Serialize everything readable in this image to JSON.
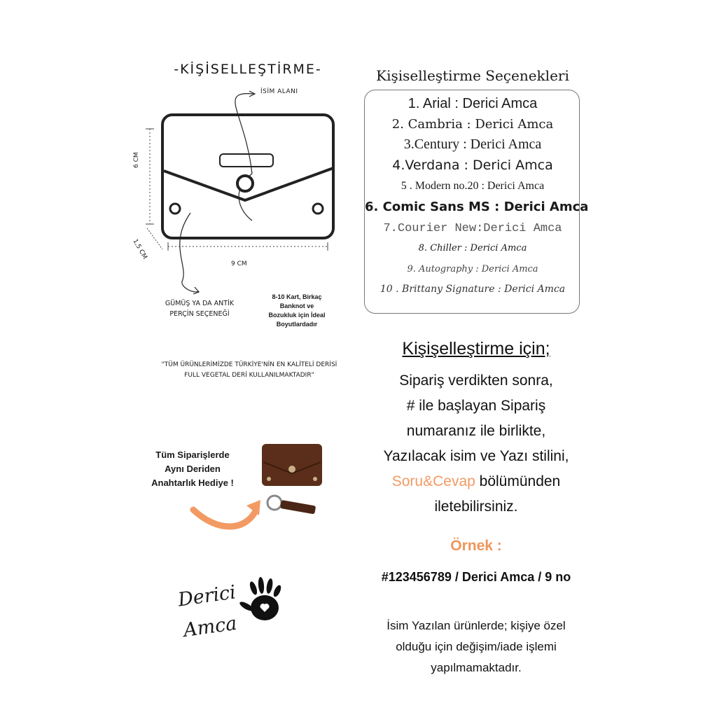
{
  "diagram": {
    "title": "-KİŞİSELLEŞTİRME-",
    "name_area": "İSİM ALANI",
    "height": "6 CM",
    "depth": "1,5 CM",
    "width": "9 CM",
    "rivet_line1": "GÜMÜŞ YA DA ANTİK",
    "rivet_line2": "PERÇİN SEÇENEĞİ",
    "capacity_lines": [
      "8-10 Kart, Birkaç",
      "Banknot ve",
      "Bozukluk için İdeal",
      "Boyutlardadır"
    ],
    "quality_line1": "\"TÜM ÜRÜNLERİMİZDE TÜRKİYE'NİN EN KALİTELİ DERİSİ",
    "quality_line2": "FULL VEGETAL DERİ KULLANILMAKTADIR\""
  },
  "options": {
    "title": "Kişiselleştirme Seçenekleri",
    "items": [
      "1. Arial : Derici Amca",
      "2. Cambria : Derici Amca",
      "3.Century : Derici Amca",
      "4.Verdana : Derici Amca",
      "5 . Modern no.20 : Derici Amca",
      "6. Comic Sans MS : Derici Amca",
      "7.Courier New:Derici Amca",
      "8. Chiller : Derici Amca",
      "9. Autography : Derici Amca",
      "10 . Brittany Signature : Derici Amca"
    ]
  },
  "instructions": {
    "title": "Kişişelleştirme için;",
    "lines": [
      "Sipariş verdikten sonra,",
      "# ile başlayan Sipariş",
      "numaranız ile birlikte,",
      "Yazılacak isim ve Yazı stilini,"
    ],
    "link_text": "Soru&Cevap",
    "link_suffix": " bölümünden",
    "last_line": "iletebilirsiniz.",
    "example_title": "Örnek :",
    "example_text": "#123456789 / Derici Amca / 9 no",
    "disclaimer": [
      "İsim Yazılan ürünlerde; kişiye özel",
      "olduğu için değişim/iade işlemi",
      "yapılmamaktadır."
    ]
  },
  "gift": {
    "lines": [
      "Tüm Siparişlerde",
      "Aynı Deriden",
      "Anahtarlık Hediye !"
    ]
  },
  "brand": {
    "line1": "Derici",
    "line2": "Amca"
  },
  "colors": {
    "accent": "#f39a64",
    "leather": "#5a2e1a",
    "text": "#111111"
  }
}
